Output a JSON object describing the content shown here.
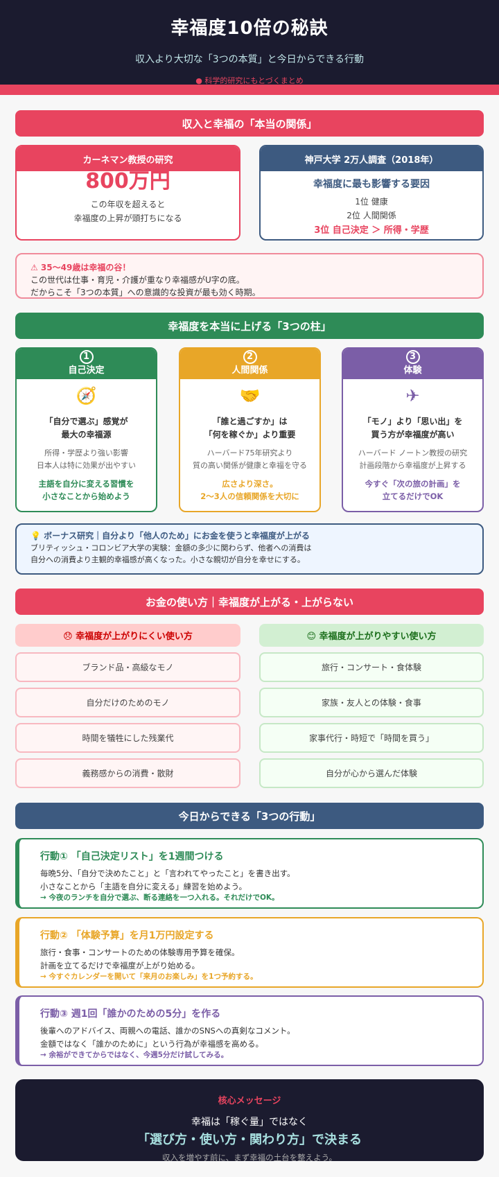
{
  "hero": {
    "title": "幸福度10倍の秘訣",
    "subtitle": "収入より大切な「3つの本質」と今日からできる行動",
    "tag": "● 科学的研究にもとづくまとめ"
  },
  "section1": {
    "title": "収入と幸福の「本当の関係」",
    "kahneman": {
      "header": "カーネマン教授の研究",
      "value": "800万円",
      "line1": "この年収を超えると",
      "line2": "幸福度の上昇が頭打ちになる"
    },
    "kobe": {
      "header": "神戸大学 2万人調査（2018年）",
      "title": "幸福度に最も影響する要因",
      "rank1": "1位 健康",
      "rank2": "2位 人間関係",
      "rank3": "3位 自己決定 ＞ 所得・学歴"
    },
    "warning": {
      "title": "⚠ 35〜49歳は幸福の谷！",
      "line1": "この世代は仕事・育児・介護が重なり幸福感がU字の底。",
      "line2": "だからこそ「3つの本質」への意識的な投資が最も効く時期。"
    }
  },
  "section2": {
    "title": "幸福度を本当に上げる「3つの柱」",
    "pillars": [
      {
        "num": "1",
        "name": "自己決定",
        "icon": "compass-icon",
        "glyph": "🧭",
        "t1": "「自分で選ぶ」感覚が",
        "t2": "最大の幸福源",
        "d1": "所得・学歴より強い影響",
        "d2": "日本人は特に効果が出やすい",
        "a1": "主語を自分に変える習慣を",
        "a2": "小さなことから始めよう",
        "color": "#2e8b57"
      },
      {
        "num": "2",
        "name": "人間関係",
        "icon": "handshake-icon",
        "glyph": "🤝",
        "t1": "「誰と過ごすか」は",
        "t2": "「何を稼ぐか」より重要",
        "d1": "ハーバード75年研究より",
        "d2": "質の高い関係が健康と幸福を守る",
        "a1": "広さより深さ。",
        "a2": "2〜3人の信頼関係を大切に",
        "color": "#e8a628"
      },
      {
        "num": "3",
        "name": "体験",
        "icon": "airplane-icon",
        "glyph": "✈",
        "t1": "「モノ」より「思い出」を",
        "t2": "買う方が幸福度が高い",
        "d1": "ハーバード ノートン教授の研究",
        "d2": "計画段階から幸福度が上昇する",
        "a1": "今すぐ「次の旅の計画」を",
        "a2": "立てるだけでOK",
        "color": "#7b5ea7"
      }
    ],
    "bonus": {
      "title": "💡 ボーナス研究｜自分より「他人のため」にお金を使うと幸福度が上がる",
      "line1": "ブリティッシュ・コロンビア大学の実験：金額の多少に関わらず、他者への消費は",
      "line2": "自分への消費より主観的幸福感が高くなった。小さな親切が自分を幸せにする。"
    }
  },
  "section3": {
    "title": "お金の使い方｜幸福度が上がる・上がらない",
    "bad": {
      "header": "😞 幸福度が上がりにくい使い方",
      "items": [
        "ブランド品・高級なモノ",
        "自分だけのためのモノ",
        "時間を犠牲にした残業代",
        "義務感からの消費・散財"
      ]
    },
    "good": {
      "header": "😊 幸福度が上がりやすい使い方",
      "items": [
        "旅行・コンサート・食体験",
        "家族・友人との体験・食事",
        "家事代行・時短で「時間を買う」",
        "自分が心から選んだ体験"
      ]
    }
  },
  "section4": {
    "title": "今日からできる「3つの行動」",
    "actions": [
      {
        "title": "行動① 「自己決定リスト」を1週間つける",
        "line1": "毎晩5分、「自分で決めたこと」と「言われてやったこと」を書き出す。",
        "line2": "小さなことから「主語を自分に変える」練習を始めよう。",
        "note": "→ 今夜のランチを自分で選ぶ、断る連絡を一つ入れる。それだけでOK。",
        "color": "#2e8b57"
      },
      {
        "title": "行動② 「体験予算」を月1万円設定する",
        "line1": "旅行・食事・コンサートのための体験専用予算を確保。",
        "line2": "計画を立てるだけで幸福度が上がり始める。",
        "note": "→ 今すぐカレンダーを開いて「来月のお楽しみ」を1つ予約する。",
        "color": "#e8a628"
      },
      {
        "title": "行動③ 週1回「誰かのための5分」を作る",
        "line1": "後輩へのアドバイス、両親への電話、誰かのSNSへの真剣なコメント。",
        "line2": "金額ではなく「誰かのために」という行為が幸福感を高める。",
        "note": "→ 余裕ができてからではなく、今週5分だけ試してみる。",
        "color": "#7b5ea7"
      }
    ]
  },
  "core": {
    "label": "核心メッセージ",
    "line1": "幸福は「稼ぐ量」ではなく",
    "line2": "「選び方・使い方・関わり方」で決まる",
    "line3": "収入を増やす前に、まず幸福の土台を整えよう。"
  }
}
